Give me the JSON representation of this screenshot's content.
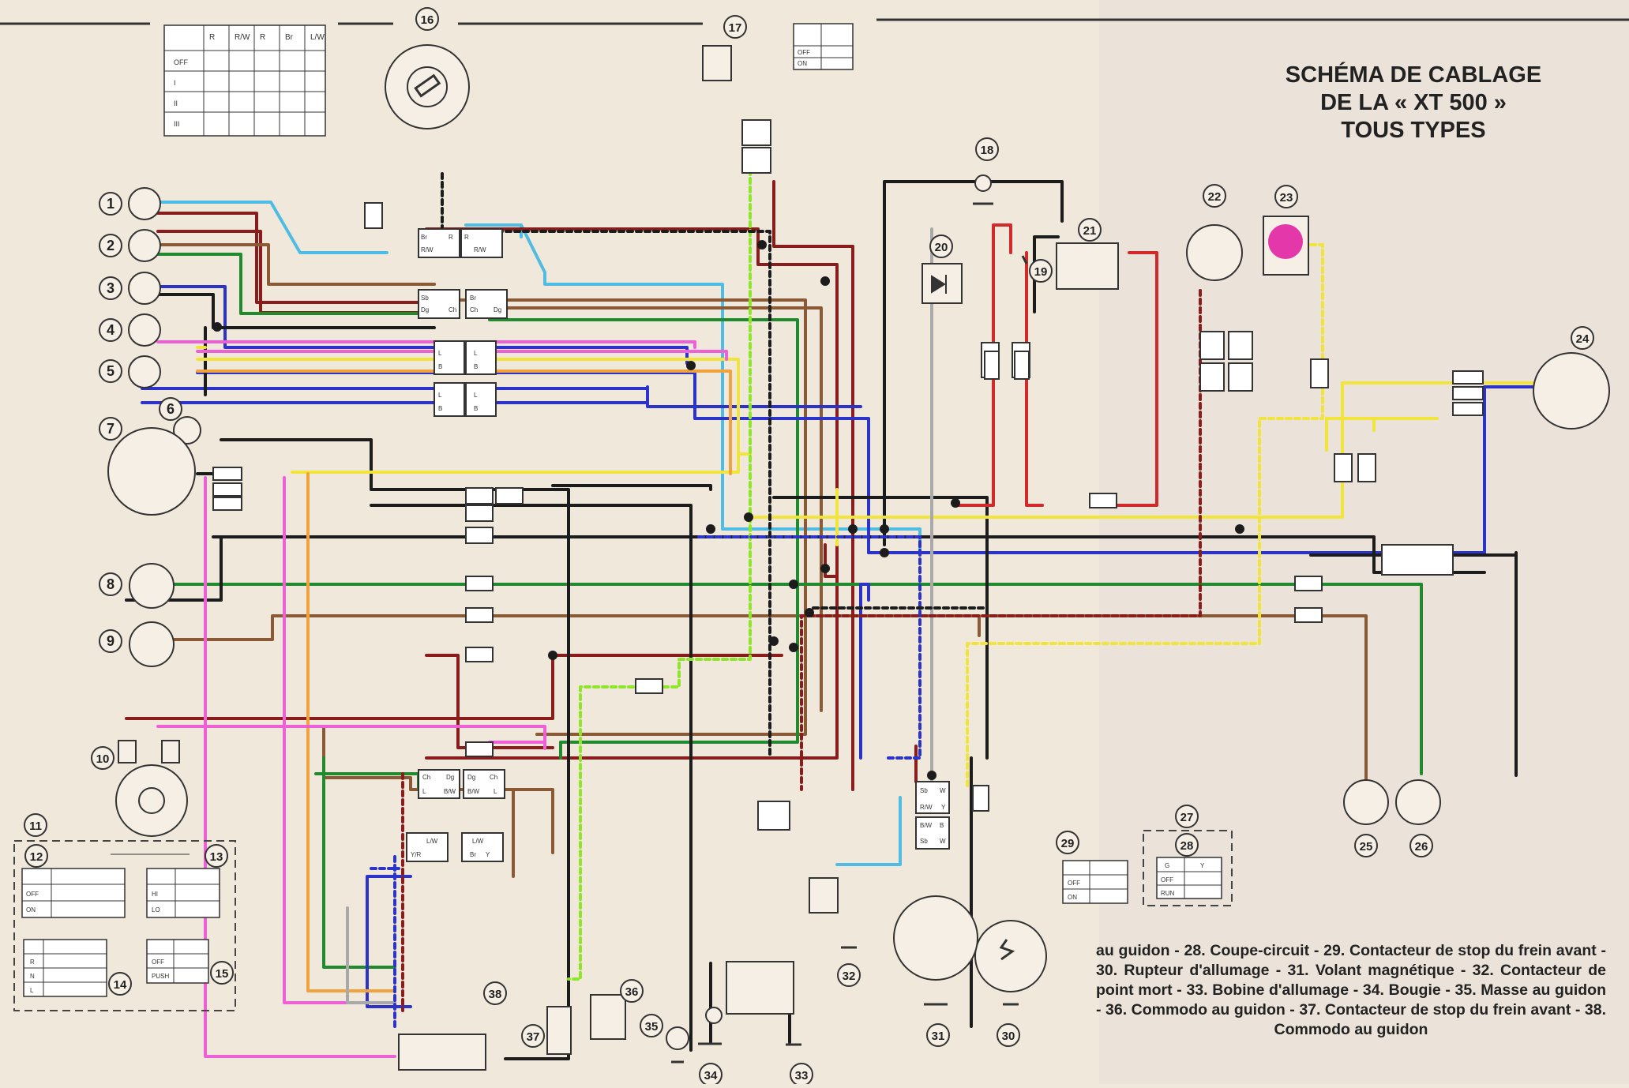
{
  "diagram": {
    "title_lines": [
      "SCHÉMA DE CABLAGE",
      "DE LA « XT 500 »",
      "TOUS TYPES"
    ],
    "legend_text": "au guidon - 28. Coupe-circuit - 29. Contacteur de stop du frein avant - 30. Rupteur d'allumage - 31. Volant magnétique - 32. Contacteur de point mort - 33. Bobine d'allumage - 34. Bougie - 35. Masse au guidon - 36. Commodo au guidon - 37. Contacteur de stop du frein avant - 38. Commodo au guidon",
    "wire_colors": {
      "black": "#1c1c1c",
      "red": "#d22a2a",
      "dark_red": "#8a1c1c",
      "brown": "#8a5a36",
      "blue": "#2b33c9",
      "sky_blue": "#4fbde3",
      "green": "#1f8a2e",
      "lime": "#8ee62b",
      "yellow": "#f1e43a",
      "orange": "#f2a23d",
      "pink": "#ef5fd6",
      "gray": "#a9a9a9",
      "magenta_lamp": "#e0169e"
    },
    "components": [
      {
        "num": "1"
      },
      {
        "num": "2"
      },
      {
        "num": "3"
      },
      {
        "num": "4"
      },
      {
        "num": "5"
      },
      {
        "num": "6"
      },
      {
        "num": "7"
      },
      {
        "num": "8"
      },
      {
        "num": "9"
      },
      {
        "num": "10"
      },
      {
        "num": "11"
      },
      {
        "num": "12"
      },
      {
        "num": "13"
      },
      {
        "num": "14"
      },
      {
        "num": "15"
      },
      {
        "num": "16"
      },
      {
        "num": "17"
      },
      {
        "num": "18"
      },
      {
        "num": "19"
      },
      {
        "num": "20"
      },
      {
        "num": "21"
      },
      {
        "num": "22"
      },
      {
        "num": "23"
      },
      {
        "num": "24"
      },
      {
        "num": "25"
      },
      {
        "num": "26"
      },
      {
        "num": "27"
      },
      {
        "num": "28"
      },
      {
        "num": "29"
      },
      {
        "num": "30"
      },
      {
        "num": "31"
      },
      {
        "num": "32"
      },
      {
        "num": "33"
      },
      {
        "num": "34"
      },
      {
        "num": "35"
      },
      {
        "num": "36"
      },
      {
        "num": "37"
      },
      {
        "num": "38"
      }
    ],
    "switch_tables": {
      "ignition": {
        "cols": [
          "R",
          "R/W",
          "R",
          "Br",
          "L/W"
        ],
        "rows": [
          "OFF",
          "I",
          "II",
          "III"
        ]
      },
      "t17": {
        "rows": [
          "OFF",
          "ON"
        ]
      },
      "t12": {
        "rows": [
          "OFF",
          "ON"
        ]
      },
      "t13": {
        "rows": [
          "HI",
          "LO"
        ]
      },
      "t14": {
        "rows": [
          "R",
          "N",
          "L"
        ]
      },
      "t15": {
        "rows": [
          "OFF",
          "PUSH"
        ]
      },
      "t29": {
        "rows": [
          "OFF",
          "ON"
        ]
      },
      "t28": {
        "rows": [
          "OFF",
          "RUN"
        ]
      }
    },
    "wire_codes": {
      "br": "Br",
      "rw": "R/W",
      "r": "R",
      "sb": "Sb",
      "dg": "Dg",
      "ch": "Ch",
      "l": "L",
      "b": "B",
      "y": "Y",
      "w": "W",
      "g": "G",
      "lw": "L/W",
      "yr": "Y/R",
      "bw": "B/W"
    }
  }
}
